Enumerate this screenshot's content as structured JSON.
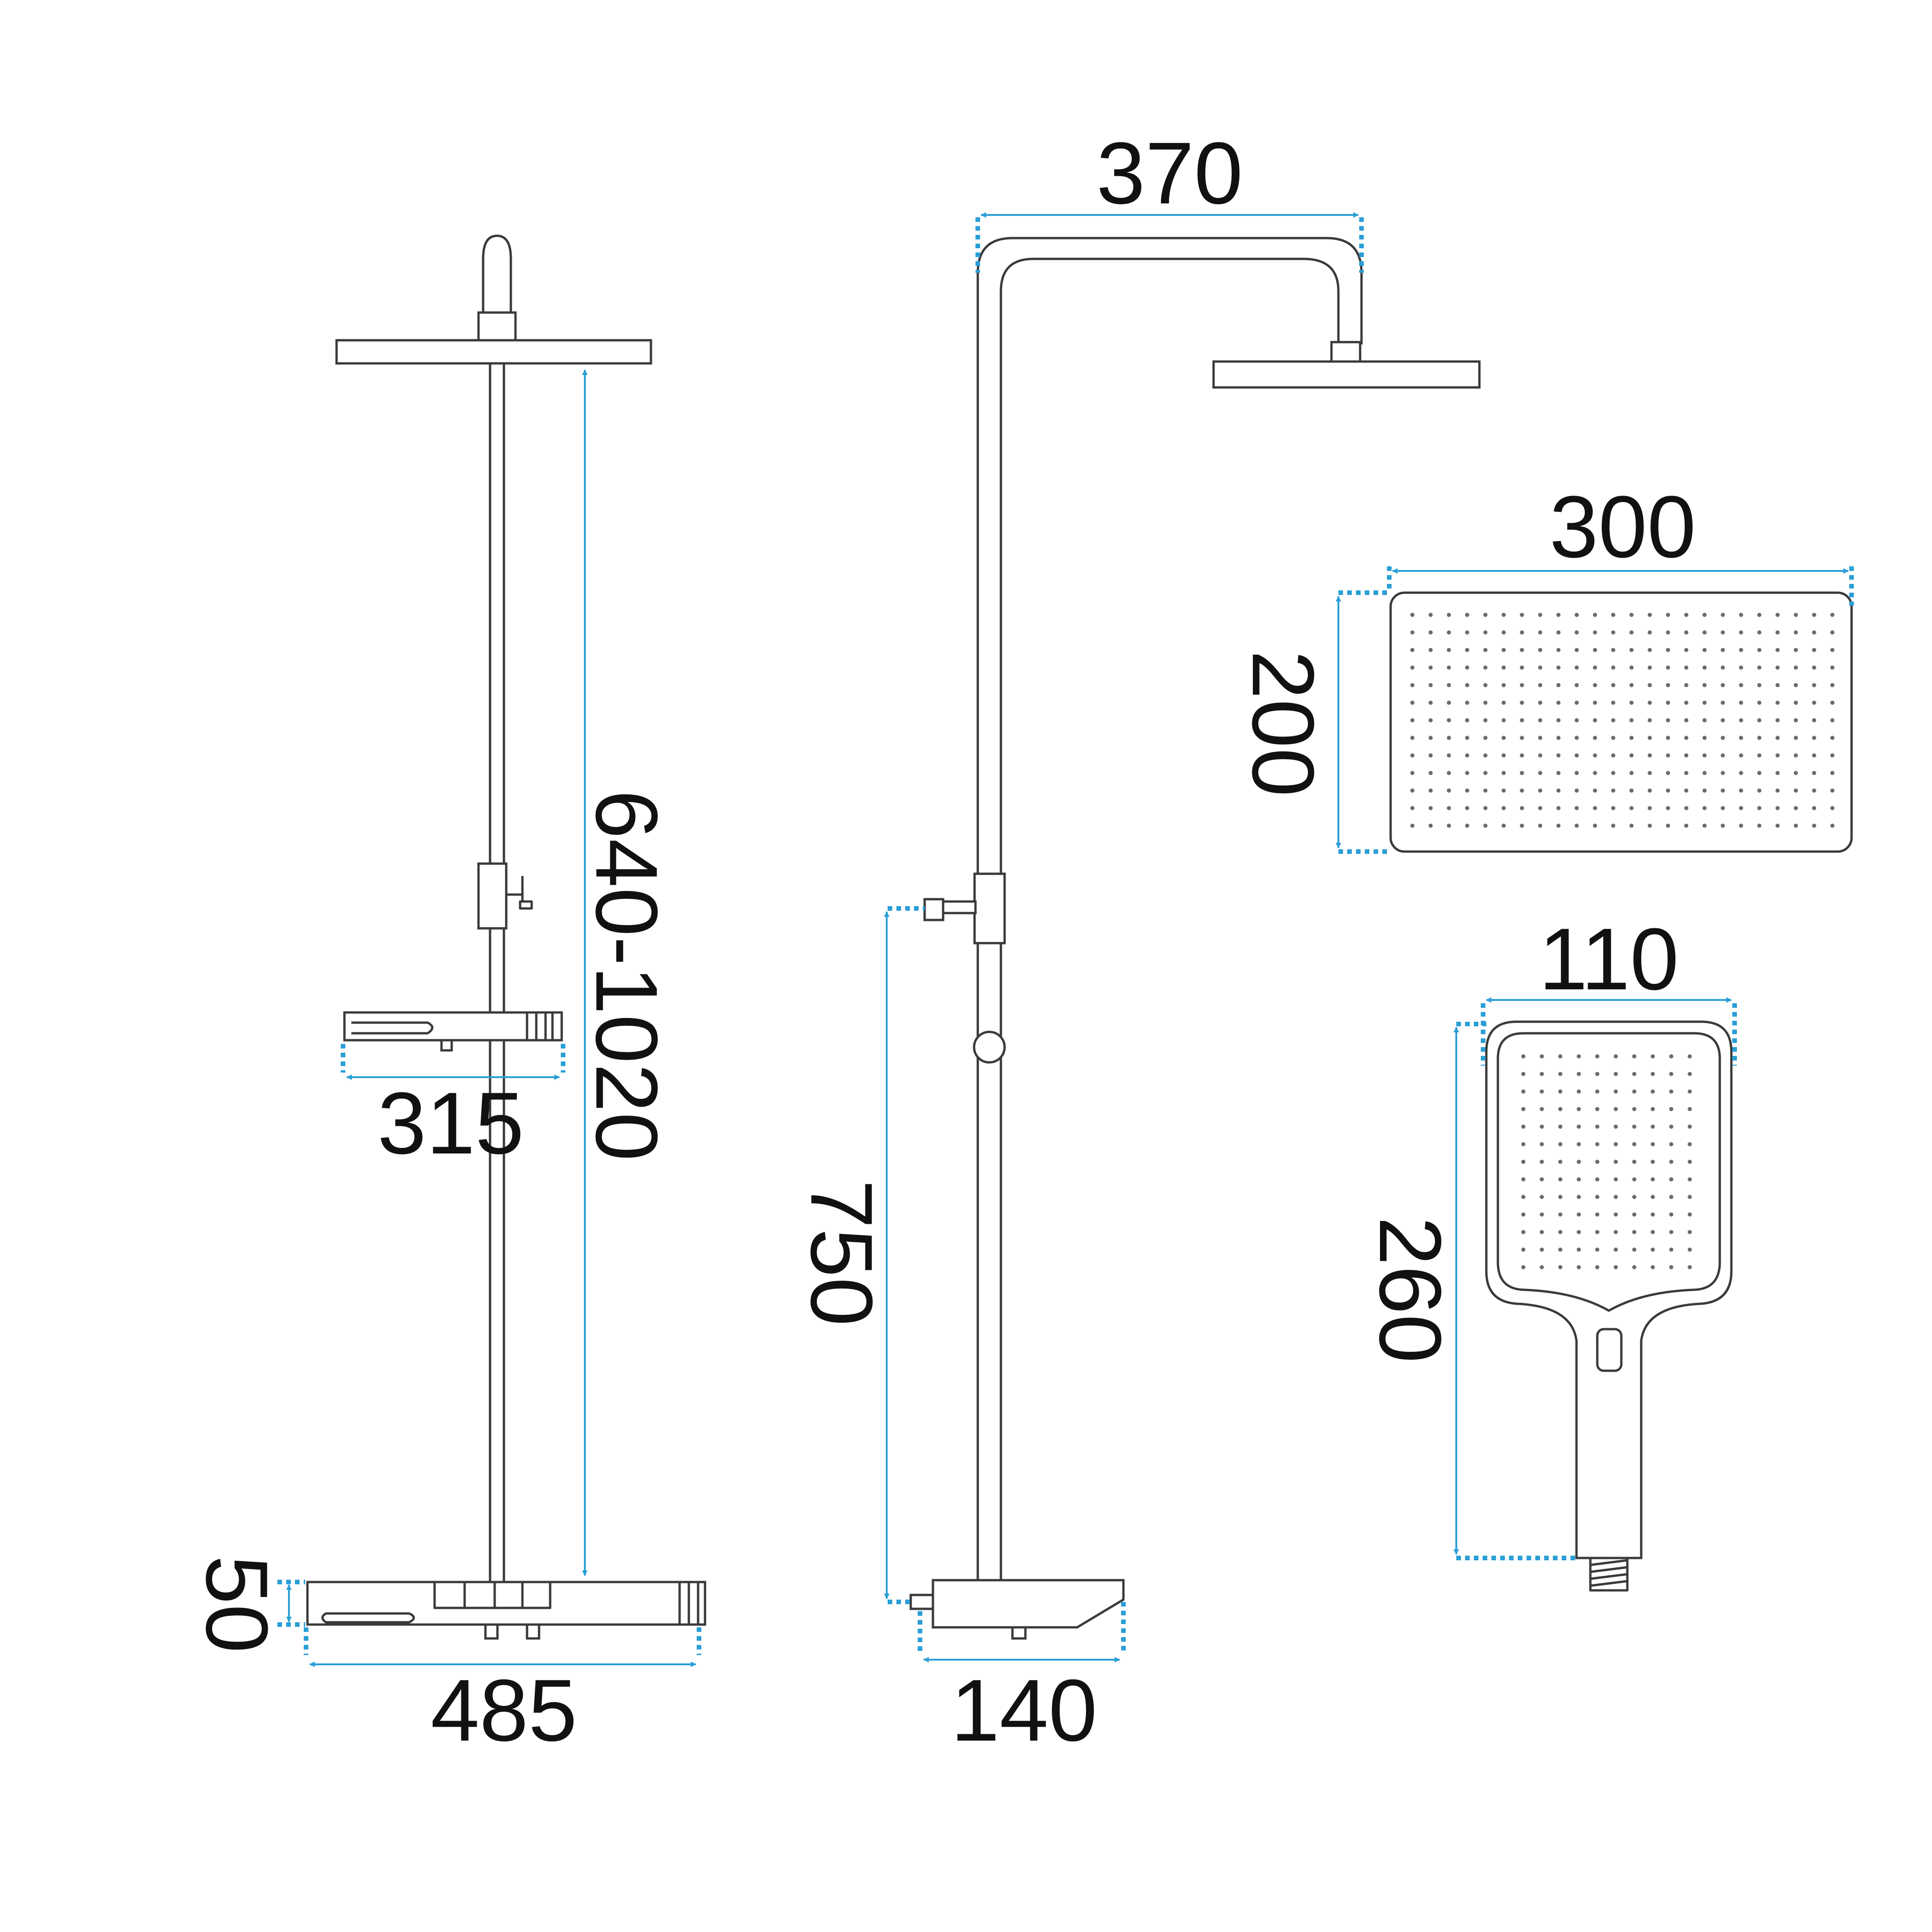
{
  "colors": {
    "dimension": "#2a9fd6",
    "outline": "#3a3a3a",
    "text": "#111111",
    "background": "#ffffff"
  },
  "dimensions": {
    "shelf_width": "315",
    "column_height": "640-1020",
    "base_height": "50",
    "base_width": "485",
    "arm_reach": "370",
    "wall_height": "750",
    "wall_depth": "140",
    "head_width": "300",
    "head_depth": "200",
    "hand_width": "110",
    "hand_length": "260"
  }
}
